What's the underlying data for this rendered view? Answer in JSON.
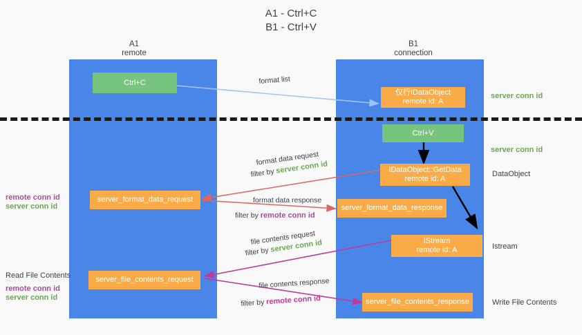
{
  "title": {
    "line1": "A1 - Ctrl+C",
    "line2": "B1 - Ctrl+V"
  },
  "columns": [
    {
      "id": "a1",
      "name": "A1",
      "sub": "remote"
    },
    {
      "id": "b1",
      "name": "B1",
      "sub": "connection"
    }
  ],
  "boxes": {
    "ctrl_c": "Ctrl+C",
    "ctrl_v": "Ctrl+V",
    "idataobject_create": "仅行IDataObject\nremote id: A",
    "idataobject_create_l1": "仅行IDataObject",
    "idataobject_create_l2": "remote id: A",
    "getdata_l1": "IDataObject::GetData",
    "getdata_l2": "remote id: A",
    "istream_l1": "IStream",
    "istream_l2": "remote id: A",
    "server_format_data_request": "server_format_data_request",
    "server_format_data_response": "server_format_data_response",
    "server_file_contents_request": "server_file_contents_request",
    "server_file_contents_response": "server_file_contents_response"
  },
  "edge_labels": {
    "format_list": "format list",
    "format_data_request": "format data request",
    "format_data_request_filter_pre": "filter by",
    "format_data_request_filter_val": "server conn id",
    "format_data_response": "format data response",
    "format_data_response_filter_pre": "filter by",
    "format_data_response_filter_val": "remote conn id",
    "file_contents_request": "file contents request",
    "file_contents_request_filter_pre": "filter by",
    "file_contents_request_filter_val": "server conn id",
    "file_contents_response": "file contents response",
    "file_contents_response_filter_pre": "filter by",
    "file_contents_response_filter_val": "remote conn id"
  },
  "right_labels": {
    "server_conn_id_top": "server conn id",
    "server_conn_id_mid": "server conn id",
    "dataobject": "DataObject",
    "istream": "Istream",
    "write_file_contents": "Write File Contents"
  },
  "left_labels": {
    "remote_conn_id_1": "remote conn id",
    "server_conn_id_1": "server conn id",
    "read_file_contents": "Read File Contents",
    "remote_conn_id_2": "remote conn id",
    "server_conn_id_2": "server conn id"
  },
  "colors": {
    "column_blue": "#4a86e8",
    "box_orange": "#f9ab48",
    "box_green": "#77c47f",
    "arrow_light_blue": "#9fc5f8",
    "arrow_red": "#e06666",
    "arrow_magenta": "#c0399a",
    "arrow_black": "#000000",
    "text_green": "#6aa84f",
    "text_purple": "#a64d9a",
    "background": "#f9f9f9"
  }
}
